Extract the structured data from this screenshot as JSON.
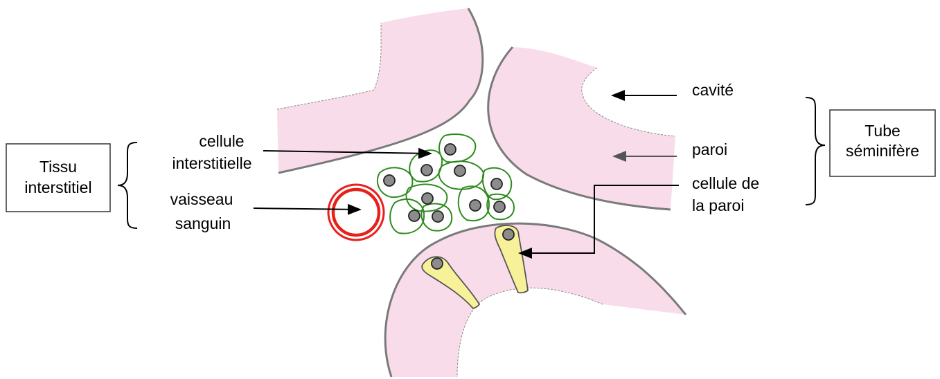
{
  "labels": {
    "cellule_interstitielle": [
      "cellule",
      "interstitielle"
    ],
    "vaisseau_sanguin": [
      "vaisseau",
      "sanguin"
    ],
    "cavite": "cavité",
    "paroi": "paroi",
    "cellule_paroi": [
      "cellule de",
      "la paroi"
    ]
  },
  "boxes": {
    "tissu_interstitiel": [
      "Tissu",
      "interstitiel"
    ],
    "tube_seminifere": [
      "Tube",
      "séminifère"
    ]
  },
  "colors": {
    "tube_fill": "#f9dcea",
    "tube_outline": "#7a7a7a",
    "interstitial_cell_outline": "#2e8b1e",
    "nucleus_fill": "#8c8c8c",
    "vessel_red": "#e8201a",
    "wall_cell_fill": "#f7f29a"
  }
}
